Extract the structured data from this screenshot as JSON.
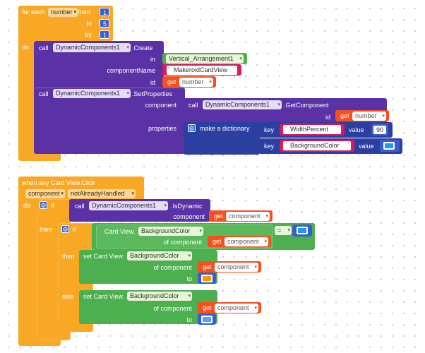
{
  "block1": {
    "for_each_label": "for each",
    "var_name": "number",
    "from_label": "from",
    "from_value": "1",
    "to_label": "to",
    "to_value": "5",
    "by_label": "by",
    "by_value": "1",
    "do_label": "do",
    "create_call": {
      "call_label": "call",
      "component": "DynamicComponents1",
      "method": ".Create",
      "in_label": "in",
      "in_value": "Vertical_Arrangement1",
      "name_label": "componentName",
      "name_value": "MakeroidCardView",
      "id_label": "id",
      "get_label": "get",
      "get_var": "number"
    },
    "setprops_call": {
      "call_label": "call",
      "component": "DynamicComponents1",
      "method": ".SetProperties",
      "component_label": "component",
      "get_component": {
        "call_label": "call",
        "component": "DynamicComponents1",
        "method": ".GetComponent",
        "id_label": "id",
        "get_label": "get",
        "get_var": "number"
      },
      "properties_label": "properties",
      "dict_label": "make a dictionary",
      "pairs": [
        {
          "key_label": "key",
          "key": "WidthPercent",
          "value_label": "value",
          "value": "90"
        },
        {
          "key_label": "key",
          "key": "BackgroundColor",
          "value_label": "value"
        }
      ]
    }
  },
  "block2": {
    "event_label": "when any Card View.Click",
    "param1": "component",
    "param2": "notAlreadyHandled",
    "do_label": "do",
    "if_label": "if",
    "outer_call": {
      "call_label": "call",
      "component": "DynamicComponents1",
      "method": ".IsDynamic",
      "component_label": "component",
      "get_label": "get",
      "get_var": "component"
    },
    "then_label": "then",
    "inner_if": {
      "if_label": "if",
      "getter_prefix": "Card View.",
      "getter_prop": "BackgroundColor",
      "of_component_label": "of component",
      "get_label": "get",
      "get_var": "component",
      "op": "="
    },
    "inner_then_label": "then",
    "set1": {
      "set_prefix": "set Card View.",
      "prop": "BackgroundColor",
      "of_component_label": "of component",
      "get_label": "get",
      "get_var": "component",
      "to_label": "to"
    },
    "else_label": "else",
    "set2": {
      "set_prefix": "set Card View.",
      "prop": "BackgroundColor",
      "of_component_label": "of component",
      "get_label": "get",
      "get_var": "component",
      "to_label": "to"
    }
  },
  "colors": {
    "control": "#f9a825",
    "procedure": "#5a32a6",
    "variable": "#f4511e",
    "text": "#d81b60",
    "dictionary": "#2a3fa0",
    "component": "#4caf50",
    "event": "#f9a825",
    "math": "#3b5bd1",
    "swatch_blue": "#2196f3",
    "swatch_orange": "#ff9800",
    "swatch_light_blue": "#4da6ff"
  }
}
